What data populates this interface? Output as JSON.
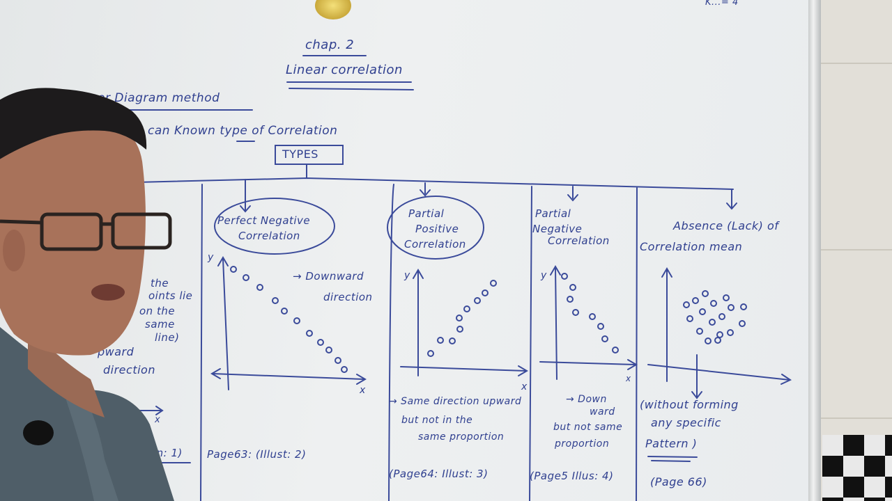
{
  "header": {
    "chapter": "chap. 2",
    "topic": "Linear correlation",
    "method": "er Diagram method",
    "subtitle": "can Known type of Correlation",
    "types_box": "TYPES",
    "corner_note": "K...= 4"
  },
  "columns": [
    {
      "lines": [
        "the",
        "oints lie",
        "on the",
        "same",
        "line)"
      ],
      "direction": [
        "pward",
        "direction"
      ],
      "axis_x": "x",
      "reference": "on: 1)"
    },
    {
      "title": [
        "Perfect Negative",
        "Correlation"
      ],
      "axis_y": "y",
      "axis_x": "x",
      "note": [
        "→ Downward",
        "direction"
      ],
      "reference": "Page63: (Illust: 2)"
    },
    {
      "title": [
        "Partial",
        "Positive",
        "Correlation"
      ],
      "axis_y": "y",
      "axis_x": "x",
      "note": [
        "→ Same direction upward",
        "but not in the",
        "same proportion"
      ],
      "reference": "(Page64: Illust: 3)"
    },
    {
      "title": [
        "Partial",
        "Negative",
        "Correlation"
      ],
      "axis_y": "y",
      "axis_x": "x",
      "note": [
        "→ Down",
        "ward",
        "but not same",
        "proportion"
      ],
      "reference": "(Page5 Illus: 4)"
    },
    {
      "title": [
        "Absence (Lack) of",
        "Correlation mean"
      ],
      "note": [
        "(without forming",
        "any specific",
        "Pattern )"
      ],
      "reference": "(Page 66)"
    }
  ],
  "colors": {
    "ink": "#2f3f8f",
    "board": "#eceeef",
    "skin": "#a8725a",
    "shirt": "#4f5e68"
  }
}
